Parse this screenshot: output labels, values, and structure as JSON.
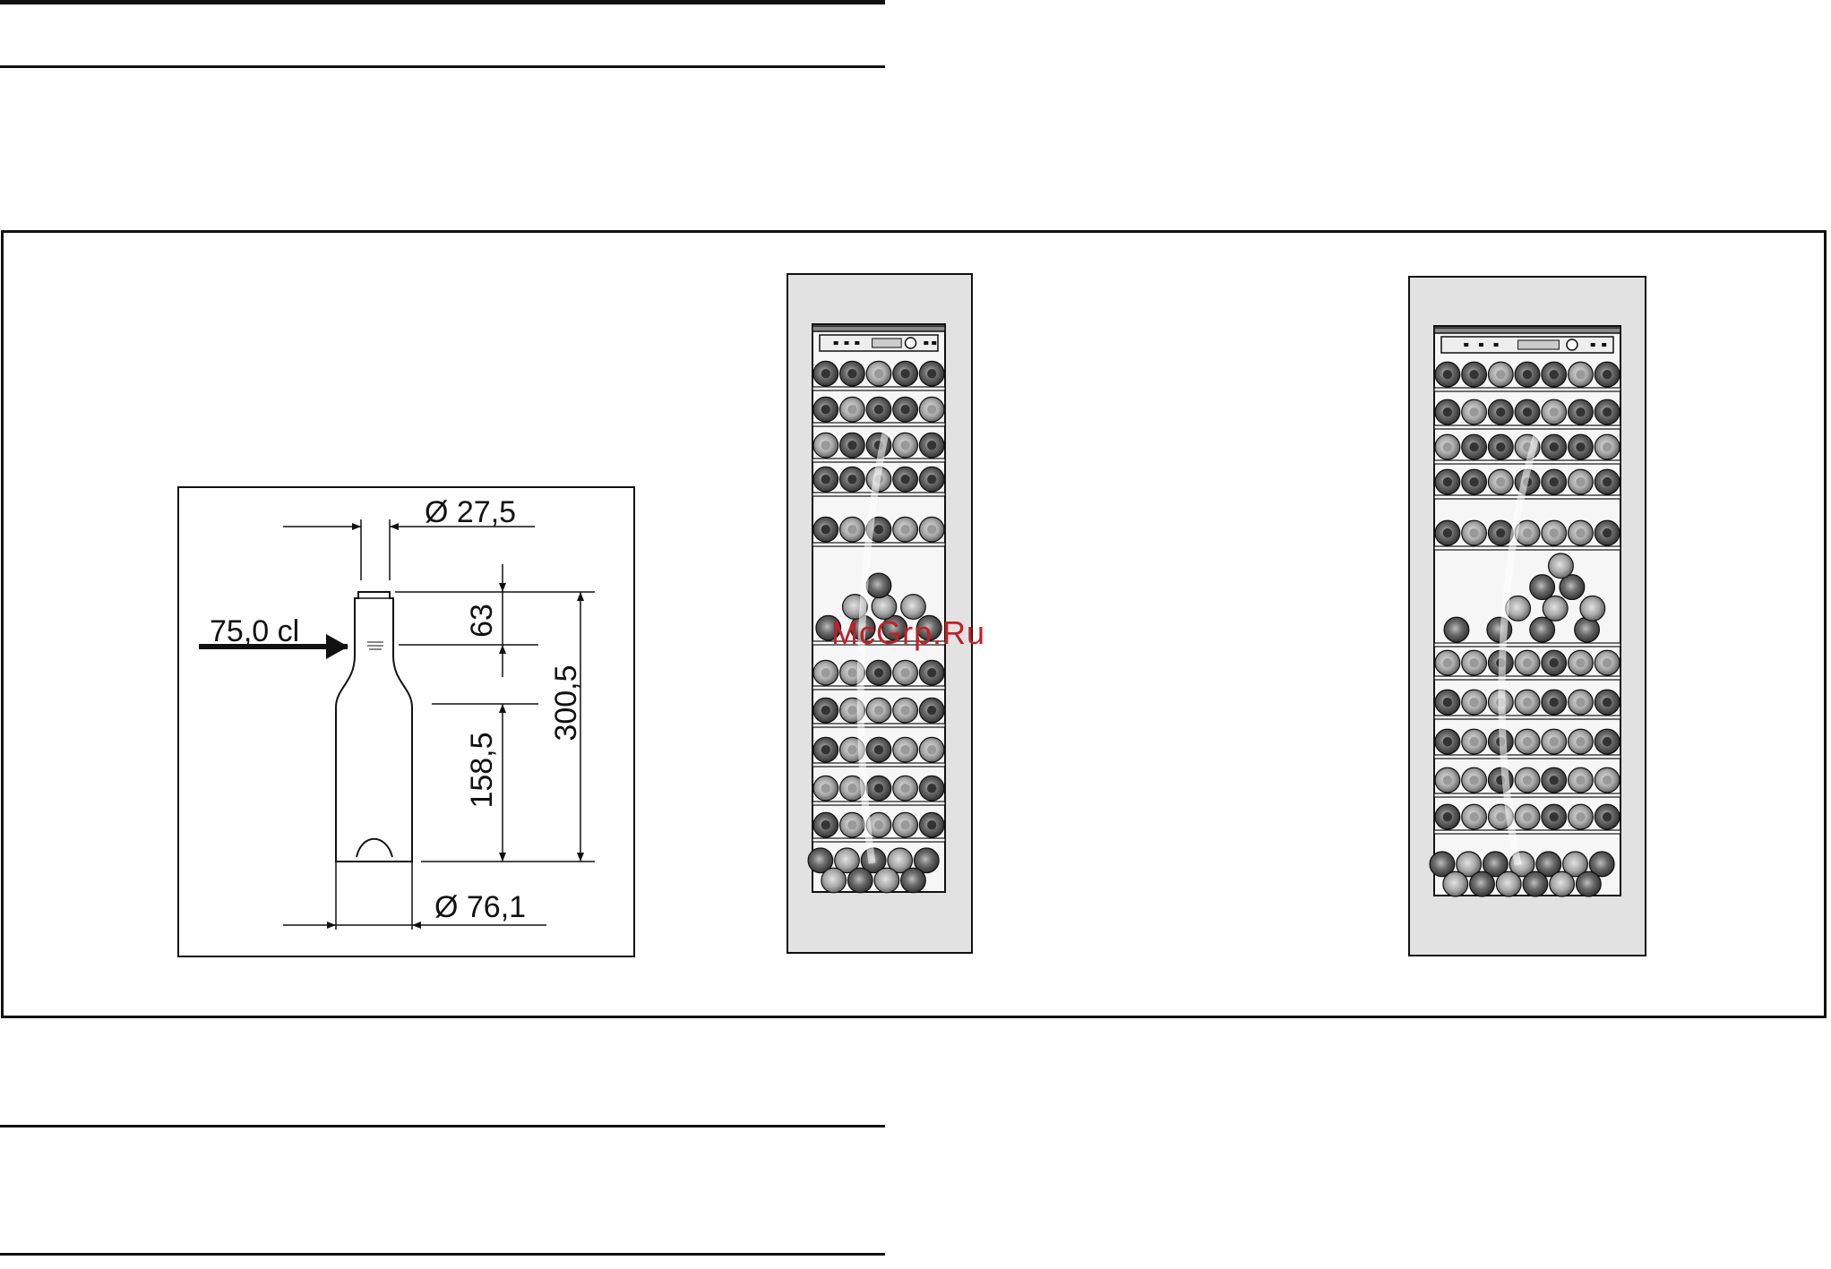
{
  "bottle_diagram": {
    "neck_diameter": "Ø 27,5",
    "volume": "75,0 cl",
    "neck_height": "63",
    "total_height": "300,5",
    "body_height": "158,5",
    "base_diameter": "Ø 76,1"
  },
  "watermark": "McGrp.Ru",
  "colors": {
    "line": "#111111",
    "cabinet_frame": "#e2e2e2",
    "watermark": "#c21f26"
  }
}
